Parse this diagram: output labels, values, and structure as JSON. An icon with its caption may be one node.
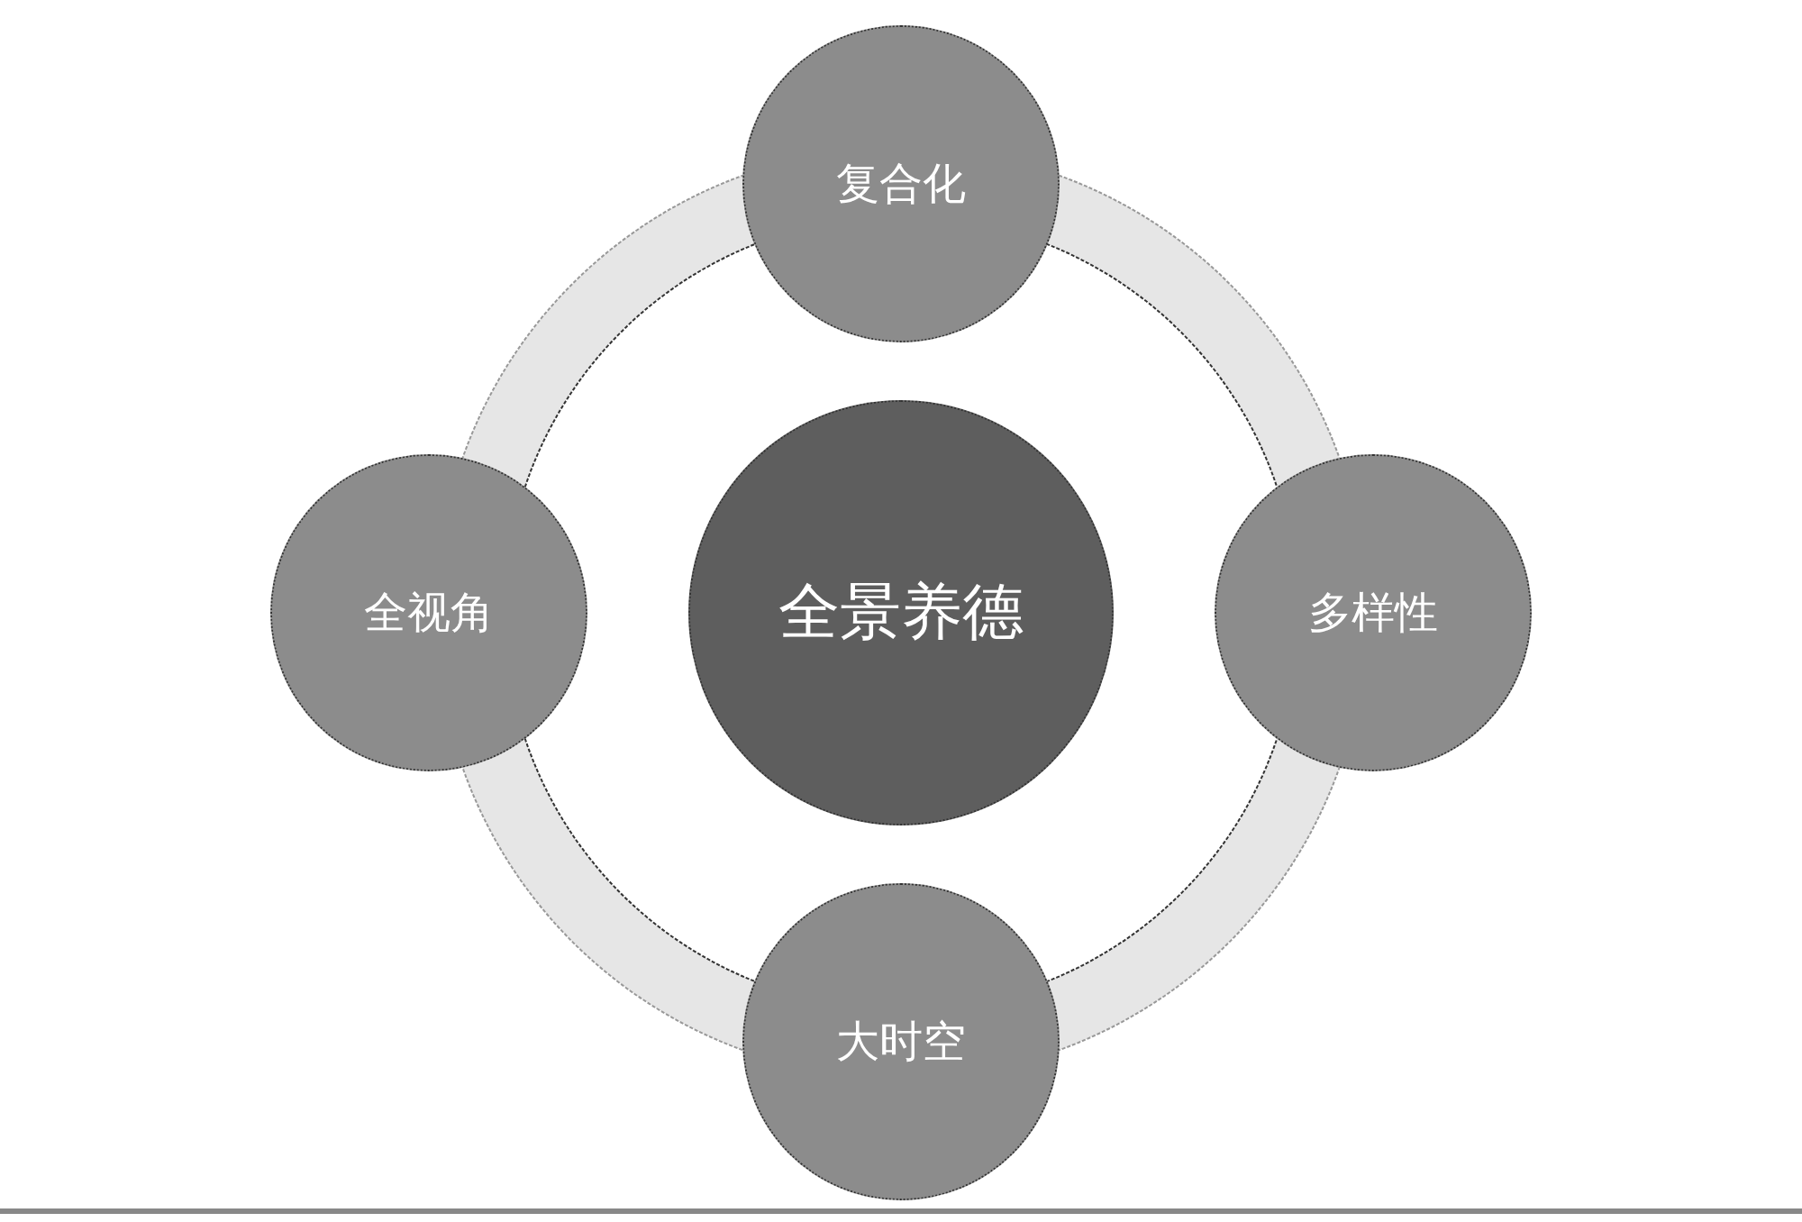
{
  "diagram": {
    "nodes": [
      {
        "text": [
          "全景养德"
        ]
      },
      {
        "text": [
          "复合化"
        ]
      },
      {
        "text": [
          "多样性"
        ]
      },
      {
        "text": [
          "大时空"
        ]
      },
      {
        "text": [
          "全视角"
        ]
      }
    ]
  }
}
